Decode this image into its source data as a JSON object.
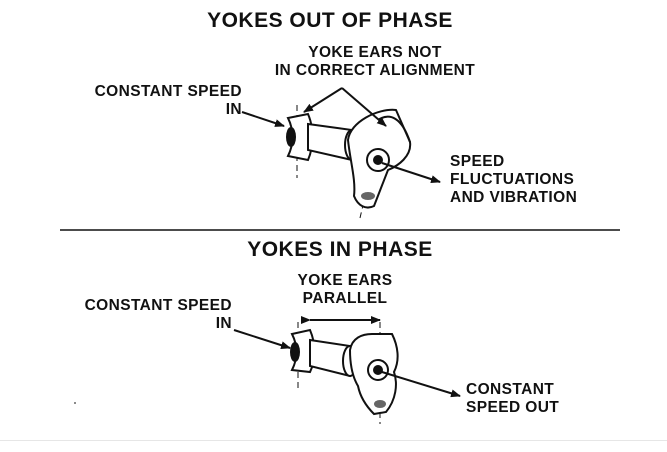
{
  "top": {
    "title": "YOKES OUT OF PHASE",
    "misalign_line1": "YOKE EARS NOT",
    "misalign_line2": "IN CORRECT ALIGNMENT",
    "input_line1": "CONSTANT SPEED",
    "input_line2": "IN",
    "output_line1": "SPEED",
    "output_line2": "FLUCTUATIONS",
    "output_line3": "AND VIBRATION"
  },
  "bottom": {
    "title": "YOKES IN PHASE",
    "parallel_line1": "YOKE EARS",
    "parallel_line2": "PARALLEL",
    "input_line1": "CONSTANT SPEED",
    "input_line2": "IN",
    "output_line1": "CONSTANT",
    "output_line2": "SPEED OUT"
  },
  "colors": {
    "ink": "#111111",
    "divider": "#111111"
  }
}
